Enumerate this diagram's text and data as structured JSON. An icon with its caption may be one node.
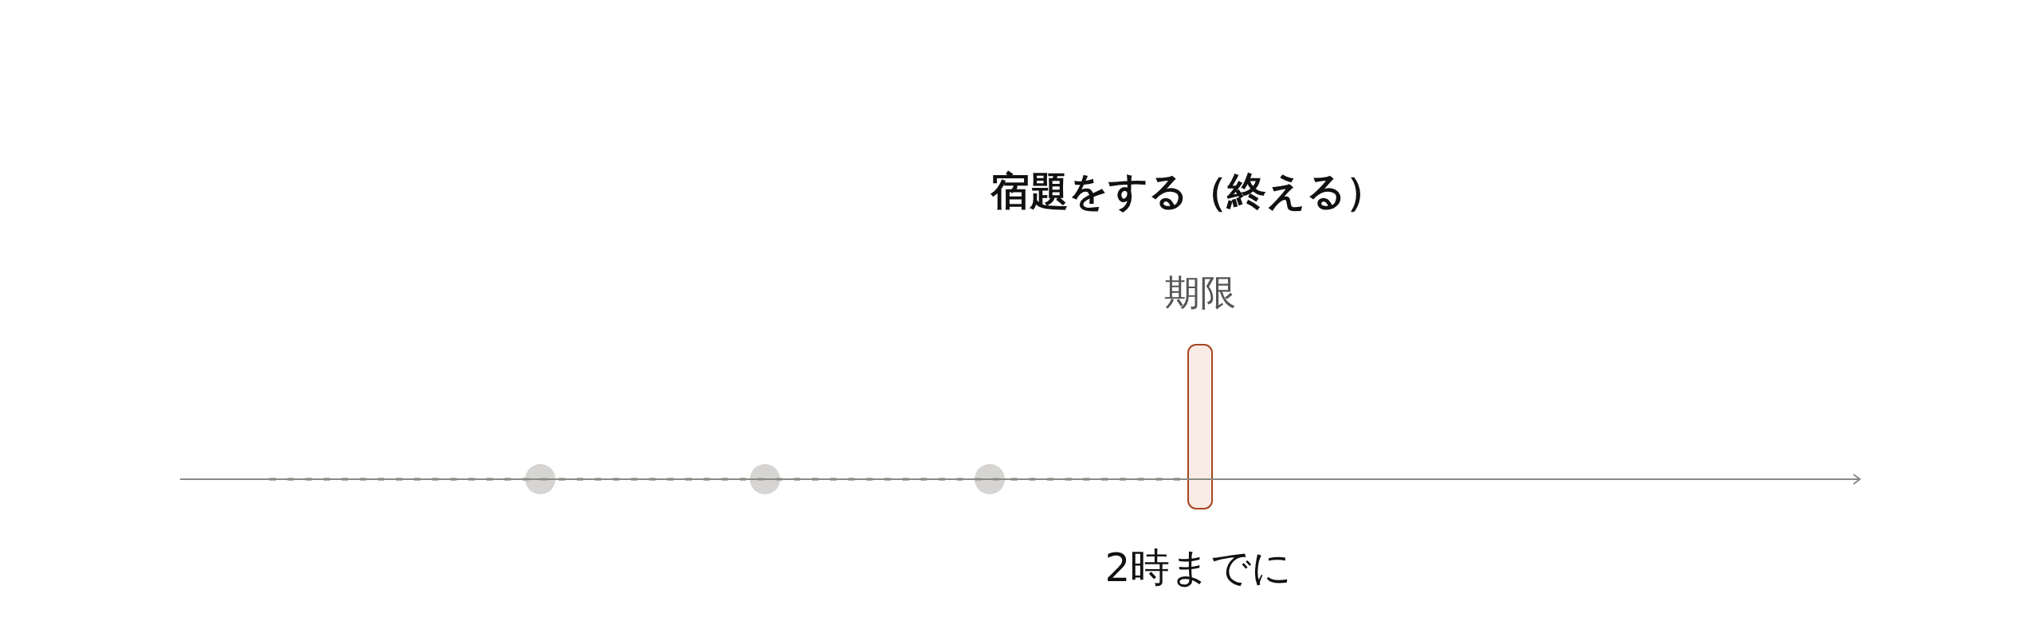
{
  "diagram": {
    "title": "宿題をする（終える）",
    "nodes": [
      {
        "text": [],
        "shape": "circle"
      },
      {
        "text": [],
        "shape": "circle"
      },
      {
        "text": [],
        "shape": "circle"
      },
      {
        "text": [],
        "shape": "bar",
        "beside": [
          "期限",
          "2時までに"
        ]
      }
    ]
  }
}
